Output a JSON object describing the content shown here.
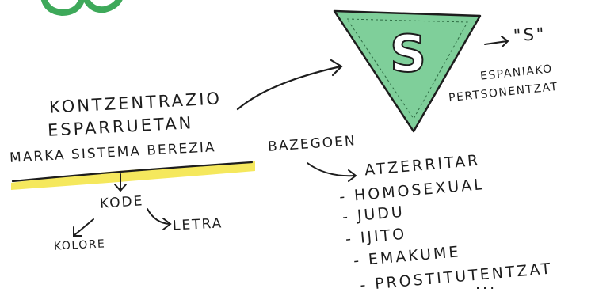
{
  "colors": {
    "ink": "#1d1d1d",
    "triangle_fill": "#7fcf9a",
    "triangle_stroke": "#1d1d1d",
    "highlight": "#f2e027",
    "logo_green": "#3ea95a"
  },
  "icons": [
    "green-scribble-logo",
    "inverted-triangle-badge",
    "arrow-icon"
  ],
  "badge": {
    "letter": "S"
  },
  "texts": {
    "line1": "KONTZENTRAZIO",
    "line2": "ESPARRUETAN",
    "line3": "MARKA SISTEMA BEREZIA",
    "line3b": "BAZEGOEN",
    "kode": "KODE",
    "kolore": "KOLORE",
    "letra": "LETRA",
    "s_label": "\"S\"",
    "espaniako": "ESPANIAKO",
    "pertsonentzat": "PERTSONENTZAT"
  },
  "list": {
    "header": "ATZERRITAR",
    "items": [
      "- HOMOSEXUAL",
      "- JUDU",
      "- IJITO",
      "- EMAKUME",
      "- PROSTITUTENTZAT"
    ],
    "ellipsis": "..."
  }
}
